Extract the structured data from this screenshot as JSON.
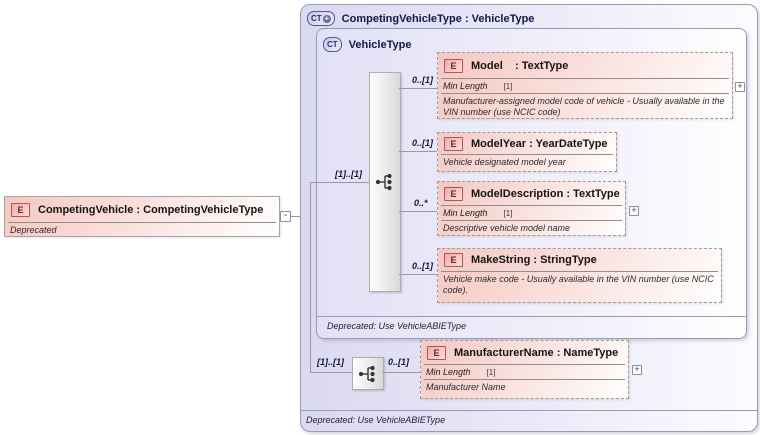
{
  "palette": {
    "container_fill": "#dad9f0",
    "container_border": "#9a99bb",
    "element_fill": "#f5c8c2",
    "element_border": "#9b9b9b",
    "element_badge_border": "#b05552",
    "badge_text": "#7c1f1d",
    "header_text": "#16164c",
    "connector": "#9a9a9a"
  },
  "root_element": {
    "badge": "E",
    "title": "CompetingVehicle : CompetingVehicleType",
    "note": "Deprecated",
    "collapse_glyph": "-"
  },
  "outer_type": {
    "badge": "CT",
    "badge_plus": "+",
    "title": "CompetingVehicleType : VehicleType",
    "footer": "Deprecated: Use VehicleABIEType"
  },
  "inner_type": {
    "badge": "CT",
    "title": "VehicleType",
    "footer": "Deprecated: Use VehicleABIEType"
  },
  "compositors": [
    {
      "cardinality": "[1]..[1]",
      "icon": "sequence"
    },
    {
      "cardinality": "[1]..[1]",
      "icon": "sequence"
    }
  ],
  "elements": [
    {
      "badge": "E",
      "title": "Model    : TextType",
      "cardinality": "0..[1]",
      "facet_name": "Min Length",
      "facet_value": "[1]",
      "description": "Manufacturer-assigned model code of vehicle - Usually available in the VIN number (use NCIC code)",
      "expand_glyph": "+"
    },
    {
      "badge": "E",
      "title": "ModelYear : YearDateType",
      "cardinality": "0..[1]",
      "description": "Vehicle designated model year"
    },
    {
      "badge": "E",
      "title": "ModelDescription : TextType",
      "cardinality": "0..*",
      "facet_name": "Min Length",
      "facet_value": "[1]",
      "description": "Descriptive vehicle model name",
      "expand_glyph": "+"
    },
    {
      "badge": "E",
      "title": "MakeString : StringType",
      "cardinality": "0..[1]",
      "description": "Vehicle make code - Usually available in the VIN number (use NCIC code)."
    },
    {
      "badge": "E",
      "title": "ManufacturerName : NameType",
      "cardinality": "0..[1]",
      "facet_name": "Min Length",
      "facet_value": "[1]",
      "description": "Manufacturer Name",
      "expand_glyph": "+"
    }
  ]
}
